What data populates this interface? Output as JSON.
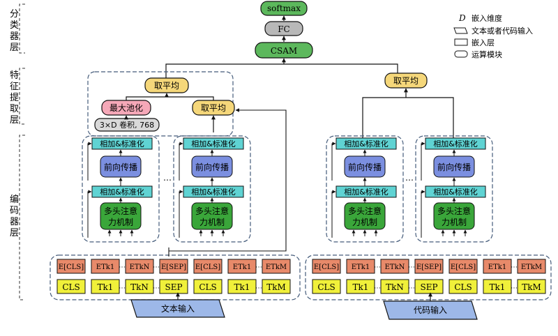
{
  "layers": {
    "classifier": "分类器层",
    "feature": "特征提取层",
    "encoder": "编码器层"
  },
  "top": {
    "softmax": "softmax",
    "fc": "FC",
    "csam": "CSAM"
  },
  "legend": {
    "d_symbol": "D",
    "d_desc": "嵌入维度",
    "input_desc": "文本或者代码输入",
    "embed_desc": "嵌入层",
    "op_desc": "运算模块"
  },
  "text_branch": {
    "avg_top": "取平均",
    "maxpool": "最大池化",
    "avg_right": "取平均",
    "conv": "3×D 卷积, 768",
    "input": "文本输入"
  },
  "code_branch": {
    "avg": "取平均",
    "input": "代码输入"
  },
  "encoder_block": {
    "addnorm": "相加&标准化",
    "ffn": "前向传播",
    "mha_line1": "多头注意",
    "mha_line2": "力机制"
  },
  "dots": "⋯",
  "text_embeddings": [
    "E[CLS]",
    "ETk1",
    "ETkN",
    "E[SEP]",
    "E[CLS]",
    "ETk1",
    "ETkM"
  ],
  "text_tokens": [
    "CLS",
    "Tk1",
    "TkN",
    "SEP",
    "CLS",
    "Tk1",
    "TkM"
  ],
  "code_embeddings": [
    "E[CLS]",
    "ETk1",
    "ETkN",
    "E[SEP]",
    "E[CLS]",
    "ETk1",
    "ETkM"
  ],
  "code_tokens": [
    "CLS",
    "Tk1",
    "TkN",
    "SEP",
    "CLS",
    "Tk1",
    "TkM"
  ],
  "colors": {
    "softmax": "#5cb85c",
    "fc": "#b8b8b8",
    "csam": "#5cb85c",
    "avg": "#f5d77a",
    "maxpool": "#f5a8b8",
    "conv": "#d9d9d9",
    "addnorm": "#5fd3d3",
    "ffn": "#7b8fe0",
    "mha": "#3aa63a",
    "embedding": "#e88a6a",
    "token": "#f0f03a",
    "input": "#9db8e8"
  }
}
